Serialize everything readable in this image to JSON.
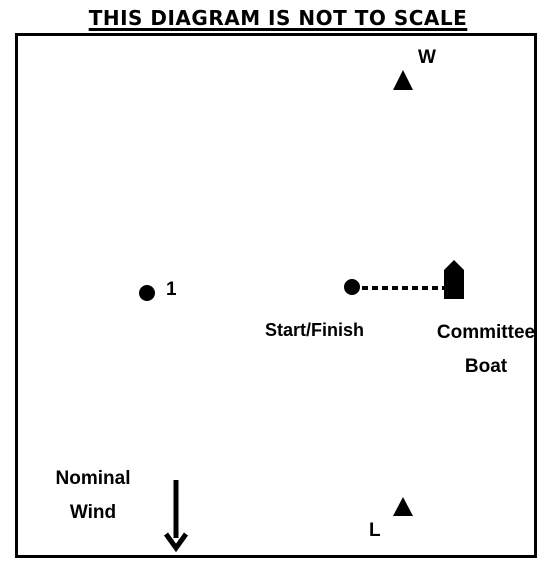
{
  "title": "THIS DIAGRAM IS NOT TO SCALE",
  "marks": {
    "windward": "W",
    "leeward": "L",
    "mark_one": "1"
  },
  "start_finish": "Start/Finish",
  "committee_boat": [
    "Committee",
    "Boat"
  ],
  "nominal_wind": [
    "Nominal",
    "Wind"
  ]
}
